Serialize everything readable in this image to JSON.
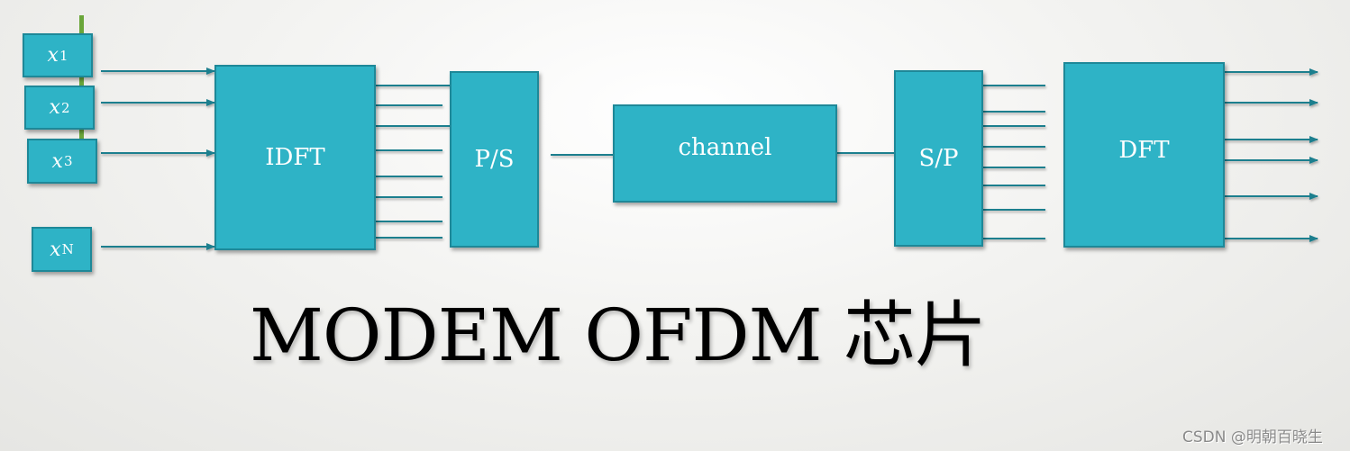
{
  "diagram": {
    "inputs": [
      {
        "var": "x",
        "sub": "1"
      },
      {
        "var": "x",
        "sub": "2"
      },
      {
        "var": "x",
        "sub": "3"
      },
      {
        "var": "x",
        "sub": "N"
      }
    ],
    "blocks": {
      "idft": "IDFT",
      "ps": "P/S",
      "channel": "channel",
      "sp": "S/P",
      "dft": "DFT"
    },
    "colors": {
      "block_fill": "#2eb3c6",
      "block_border": "#1e8898",
      "line": "#1e7f8e",
      "accent_bar": "#6aa63a"
    }
  },
  "title": "MODEM OFDM 芯片",
  "watermark": "CSDN @明朝百晓生"
}
